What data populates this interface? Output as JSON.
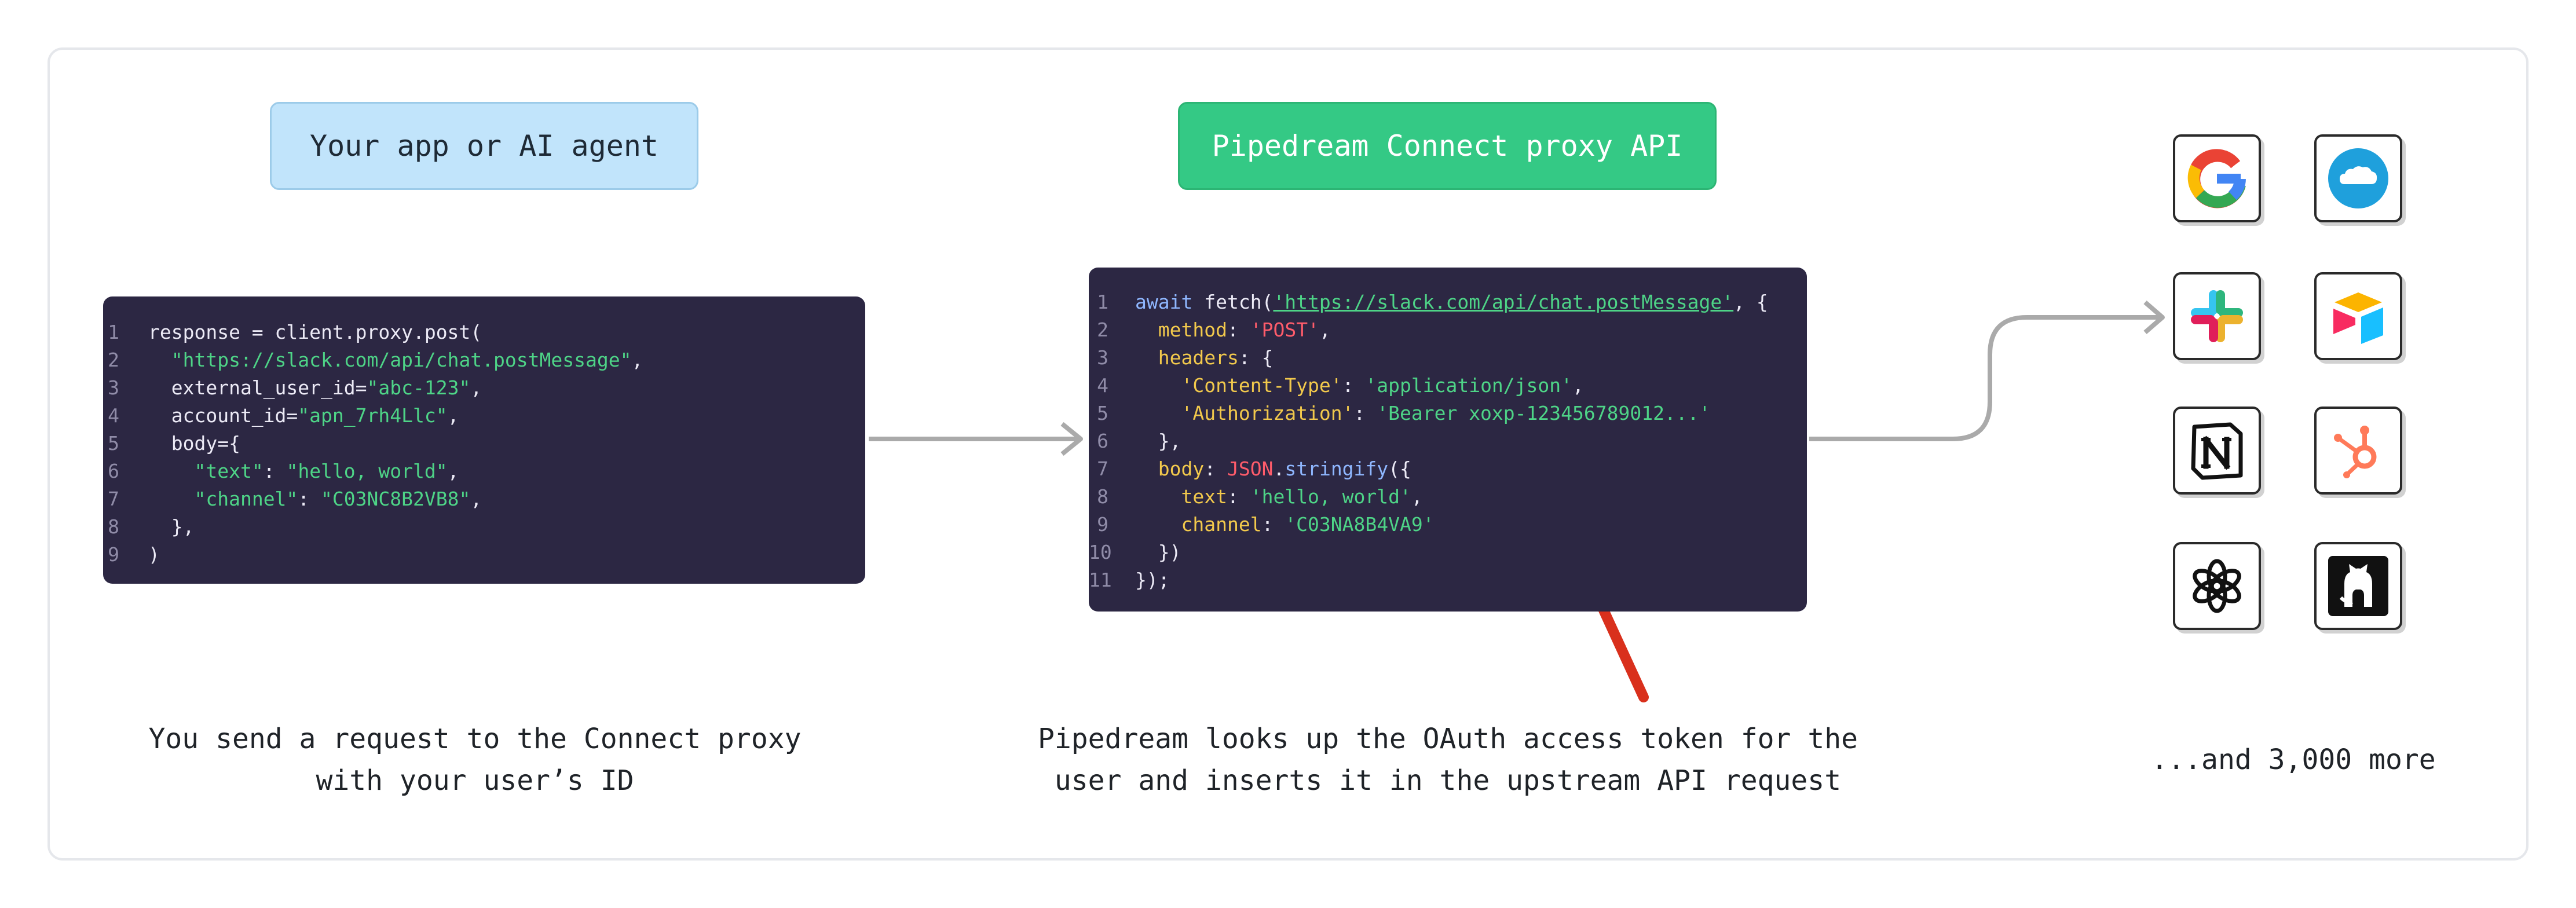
{
  "boxes": {
    "app": "Your app or AI agent",
    "proxy": "Pipedream Connect proxy API"
  },
  "code_left": [
    {
      "n": "1",
      "parts": [
        [
          "response = client.proxy.post(",
          ""
        ]
      ]
    },
    {
      "n": "2",
      "parts": [
        [
          "  ",
          ""
        ],
        [
          "\"https://slack.com/api/chat.postMessage\"",
          "str"
        ],
        [
          ",",
          ""
        ]
      ]
    },
    {
      "n": "3",
      "parts": [
        [
          "  external_user_id=",
          ""
        ],
        [
          "\"abc-123\"",
          "str"
        ],
        [
          ",",
          ""
        ]
      ]
    },
    {
      "n": "4",
      "parts": [
        [
          "  account_id=",
          ""
        ],
        [
          "\"apn_7rh4Llc\"",
          "str"
        ],
        [
          ",",
          ""
        ]
      ]
    },
    {
      "n": "5",
      "parts": [
        [
          "  body={",
          ""
        ]
      ]
    },
    {
      "n": "6",
      "parts": [
        [
          "    ",
          ""
        ],
        [
          "\"text\"",
          "str"
        ],
        [
          ": ",
          ""
        ],
        [
          "\"hello, world\"",
          "str"
        ],
        [
          ",",
          ""
        ]
      ]
    },
    {
      "n": "7",
      "parts": [
        [
          "    ",
          ""
        ],
        [
          "\"channel\"",
          "str"
        ],
        [
          ": ",
          ""
        ],
        [
          "\"C03NC8B2VB8\"",
          "str"
        ],
        [
          ",",
          ""
        ]
      ]
    },
    {
      "n": "8",
      "parts": [
        [
          "  },",
          ""
        ]
      ]
    },
    {
      "n": "9",
      "parts": [
        [
          ")",
          ""
        ]
      ]
    }
  ],
  "code_right": [
    {
      "n": "1",
      "parts": [
        [
          "await ",
          "kw"
        ],
        [
          "fetch(",
          ""
        ],
        [
          "'https://slack.com/api/chat.postMessage'",
          "url"
        ],
        [
          ", {",
          ""
        ]
      ]
    },
    {
      "n": "2",
      "parts": [
        [
          "  ",
          ""
        ],
        [
          "method",
          "yl"
        ],
        [
          ": ",
          ""
        ],
        [
          "'POST'",
          "rd"
        ],
        [
          ",",
          ""
        ]
      ]
    },
    {
      "n": "3",
      "parts": [
        [
          "  ",
          ""
        ],
        [
          "headers",
          "yl"
        ],
        [
          ": {",
          ""
        ]
      ]
    },
    {
      "n": "4",
      "parts": [
        [
          "    ",
          ""
        ],
        [
          "'Content-Type'",
          "yl"
        ],
        [
          ": ",
          ""
        ],
        [
          "'application/json'",
          "str"
        ],
        [
          ",",
          ""
        ]
      ]
    },
    {
      "n": "5",
      "parts": [
        [
          "    ",
          ""
        ],
        [
          "'Authorization'",
          "yl"
        ],
        [
          ": ",
          ""
        ],
        [
          "'Bearer xoxp-123456789012...'",
          "str"
        ]
      ]
    },
    {
      "n": "6",
      "parts": [
        [
          "  },",
          ""
        ]
      ]
    },
    {
      "n": "7",
      "parts": [
        [
          "  ",
          ""
        ],
        [
          "body",
          "yl"
        ],
        [
          ": ",
          ""
        ],
        [
          "JSON",
          "rd"
        ],
        [
          ".",
          ""
        ],
        [
          "stringify",
          "kw"
        ],
        [
          "({",
          ""
        ]
      ]
    },
    {
      "n": "8",
      "parts": [
        [
          "    ",
          ""
        ],
        [
          "text",
          "yl"
        ],
        [
          ": ",
          ""
        ],
        [
          "'hello, world'",
          "str"
        ],
        [
          ",",
          ""
        ]
      ]
    },
    {
      "n": "9",
      "parts": [
        [
          "    ",
          ""
        ],
        [
          "channel",
          "yl"
        ],
        [
          ": ",
          ""
        ],
        [
          "'C03NA8B4VA9'",
          "str"
        ]
      ]
    },
    {
      "n": "10",
      "parts": [
        [
          "  })",
          ""
        ]
      ]
    },
    {
      "n": "11",
      "parts": [
        [
          "});",
          ""
        ]
      ]
    }
  ],
  "captions": {
    "left_line1": "You send a request to the Connect proxy",
    "left_line2": "with your user’s ID",
    "mid_line1": "Pipedream looks up the OAuth access token for the",
    "mid_line2": "user and inserts it in the upstream API request",
    "more": "...and 3,000 more"
  },
  "logo_icons": [
    "google-icon",
    "salesforce-icon",
    "slack-icon",
    "airtable-icon",
    "notion-icon",
    "hubspot-icon",
    "openai-icon",
    "github-icon"
  ],
  "colors": {
    "app_box": "#c1e4fb",
    "proxy_box": "#34c985",
    "code_bg": "#2c2743",
    "highlight_red": "#d9301c",
    "connector_gray": "#aaaaaa"
  }
}
